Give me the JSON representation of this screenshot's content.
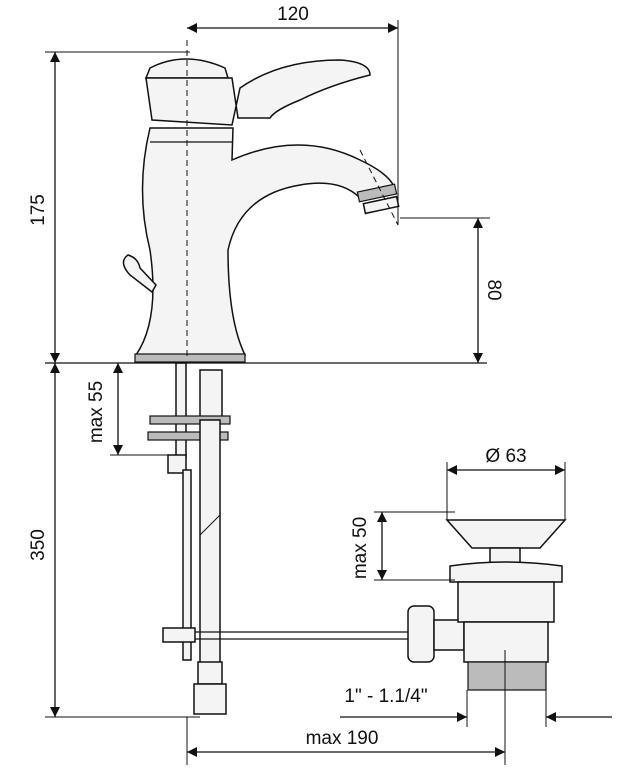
{
  "title": "Single-lever basin mixer dimension drawing",
  "dimensions": {
    "spout_reach": "120",
    "total_height": "175",
    "spout_height": "80",
    "max_deck_thickness": "max 55",
    "below_deck_length": "350",
    "waste_diameter": "Ø 63",
    "waste_max_height": "max 50",
    "waste_thread": "1\" - 1.1/4\"",
    "max_reach_to_waste": "max 190"
  },
  "colors": {
    "line": "#111111",
    "fill": "#f4f4f4"
  }
}
